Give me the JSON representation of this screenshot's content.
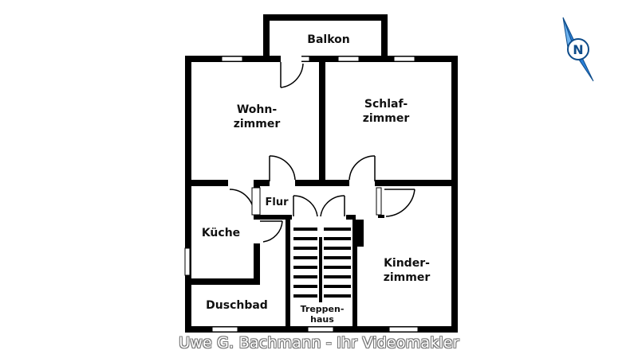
{
  "rooms": {
    "balkon": "Balkon",
    "wohnzimmer_1": "Wohn-",
    "wohnzimmer_2": "zimmer",
    "schlafzimmer_1": "Schlaf-",
    "schlafzimmer_2": "zimmer",
    "flur": "Flur",
    "kueche": "Küche",
    "kinderzimmer_1": "Kinder-",
    "kinderzimmer_2": "zimmer",
    "duschbad": "Duschbad",
    "treppenhaus_1": "Treppen-",
    "treppenhaus_2": "haus"
  },
  "compass": {
    "letter": "N",
    "color": "#2a7fd6"
  },
  "footer": {
    "credit": "Uwe G. Bachmann - Ihr Videomakler"
  },
  "colors": {
    "wall": "#000000",
    "window": "#ffffff",
    "background": "#ffffff"
  }
}
